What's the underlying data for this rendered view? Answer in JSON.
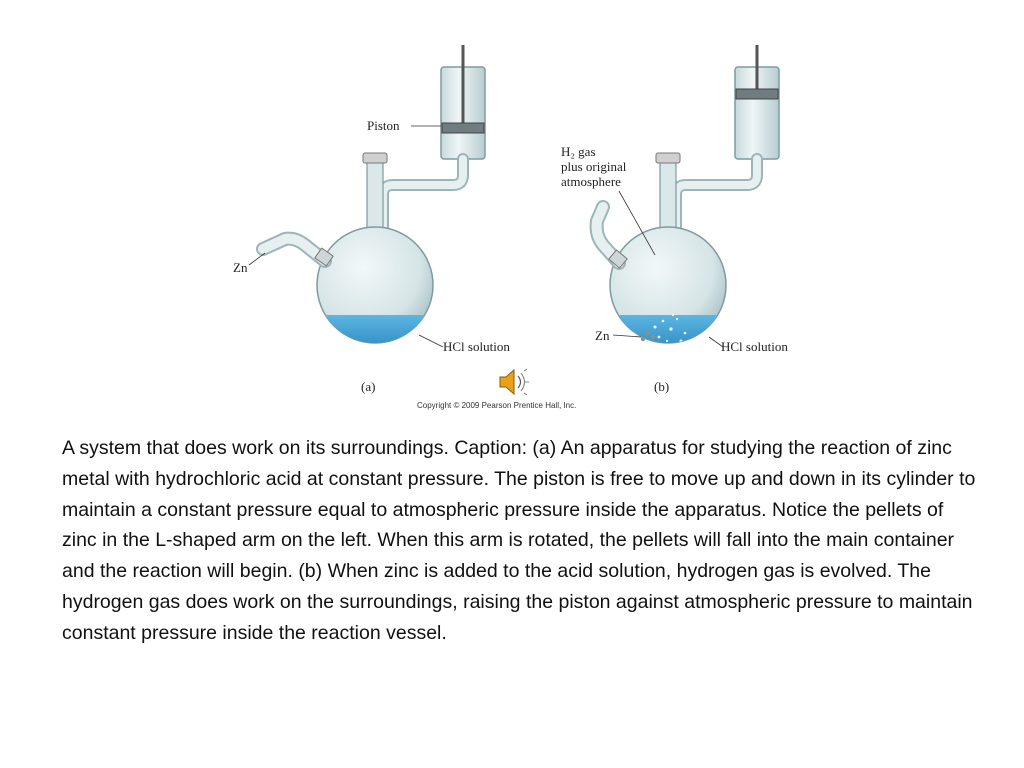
{
  "figure": {
    "labels": {
      "piston": "Piston",
      "zn_a": "Zn",
      "hcl_a": "HCl solution",
      "panel_a": "(a)",
      "h2_line1": "H₂ gas",
      "h2_line2": "plus original",
      "h2_line3": "atmosphere",
      "zn_b": "Zn",
      "hcl_b": "HCl solution",
      "panel_b": "(b)",
      "copyright": "Copyright © 2009 Pearson Prentice Hall, Inc."
    },
    "icon": "speaker-icon"
  },
  "caption": "A system that does work on its surroundings. Caption: (a) An apparatus for studying the reaction of zinc metal with hydrochloric acid at constant pressure. The piston is free to move up and down in its cylinder to maintain a constant pressure equal to atmospheric pressure inside the apparatus. Notice the pellets of zinc in the L-shaped arm on the left. When this arm is rotated, the pellets will fall into the main container and the reaction will begin. (b) When zinc is added to the acid solution, hydrogen gas is evolved. The hydrogen gas does work on the surroundings, raising the piston against atmospheric pressure to maintain constant pressure inside the reaction vessel.",
  "colors": {
    "glass": "#d8e6e8",
    "glass_edge": "#7f9a9e",
    "solution": "#3b9bd0"
  }
}
